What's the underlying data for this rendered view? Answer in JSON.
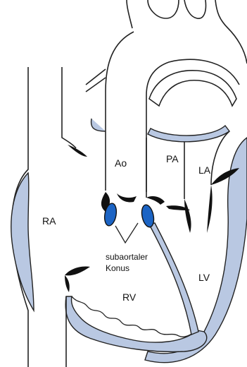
{
  "labels": {
    "ao": "Ao",
    "pa": "PA",
    "la": "LA",
    "ra": "RA",
    "subaortaler_line1": "subaortaler",
    "subaortaler_line2": "Konus",
    "lv": "LV",
    "rv": "RV"
  },
  "colors": {
    "wall_fill": "#b9c8e2",
    "outline": "#222222",
    "valve_leaflet": "#111111",
    "conus_marker": "#1c64c4",
    "background": "#ffffff"
  }
}
